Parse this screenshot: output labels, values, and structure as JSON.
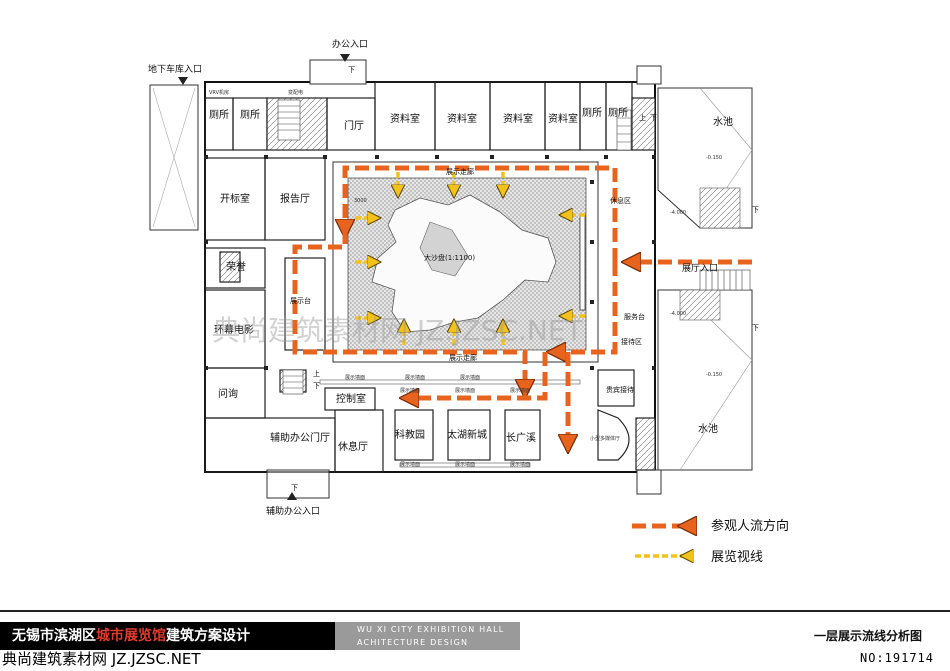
{
  "entrances": {
    "office": "办公入口",
    "garage": "地下车库入口",
    "aux_office": "辅助办公入口",
    "main_hall": "展厅入口",
    "down": "下",
    "up": "上",
    "down_short": "下"
  },
  "rooms": {
    "toilet_1": "厕所",
    "toilet_2": "厕所",
    "toilet_3": "厕所",
    "toilet_4": "厕所",
    "lobby": "门厅",
    "archive_1": "资料室",
    "archive_2": "资料室",
    "archive_3": "资料室",
    "archive_4": "资料室",
    "bid_room": "开标室",
    "report_hall": "报告厅",
    "honor": "荣誉",
    "ring_cinema": "环幕电影",
    "inquiry": "问询",
    "aux_lobby": "辅助办公门厅",
    "lounge_1": "休息厅",
    "control": "控制室",
    "science": "科教园",
    "taihu": "太湖新城",
    "changguang": "长广溪",
    "showcase": "展示台",
    "corridor_top": "展示走廊",
    "corridor_bottom": "展示走廊",
    "sandtable": "大沙盘(1:1100)",
    "rest_area": "休息区",
    "service_desk": "服务台",
    "reception_area": "接待区",
    "vip": "贵宾接待",
    "pool_top": "水池",
    "pool_bottom": "水池",
    "vrv": "VRV机房",
    "ele": "变配电",
    "small_hall": "小型多媒体厅",
    "panel": "展示墙面"
  },
  "levels": {
    "l1": "-0.150",
    "l2": "-4.000",
    "l3": "-4.000",
    "l4": "-0.150",
    "dim": "3000"
  },
  "legend": {
    "visitor_flow": "参观人流方向",
    "exhibit_sight": "展览视线"
  },
  "colors": {
    "flow_arrow": "#e8641e",
    "sight_arrow": "#f2c21b",
    "sandtable_fill": "#cfcfcf",
    "title_highlight": "#e23a2a"
  },
  "watermark": "典尚建筑素材网 JZ.JZSC.NET",
  "footer": {
    "title_before": "无锡市滨湖区",
    "title_highlight": "城市展览馆",
    "title_after": "建筑方案设计",
    "english_line_1": "WU XI CITY EXHIBITION HALL",
    "english_line_2": "ACHITECTURE DESIGN",
    "page_title": "一层展示流线分析图",
    "site_name": "典尚建筑素材网 JZ.JZSC.NET",
    "number": "NO:191714"
  }
}
